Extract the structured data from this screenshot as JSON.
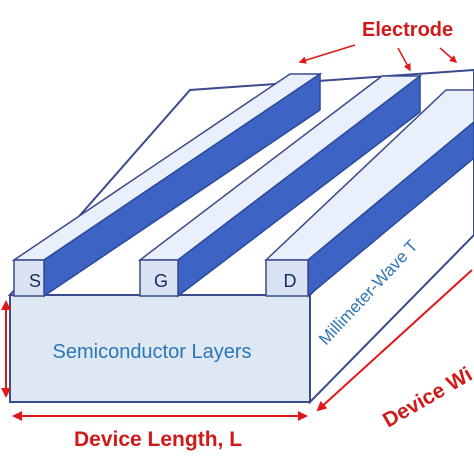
{
  "diagram": {
    "labels": {
      "electrodes": "Electrode",
      "line": "Millimeter-Wave T",
      "semiconductor": "Semiconductor Layers",
      "device_width": "Device Wi",
      "device_length": "Device Length, L"
    },
    "electrodes": [
      {
        "letter": "S"
      },
      {
        "letter": "G"
      },
      {
        "letter": "D"
      }
    ],
    "colors": {
      "substrate_front": "#dde8f2",
      "substrate_top": "#ffffff",
      "outline": "#3a4a8c",
      "electrode_blue": "#3d63c4",
      "electrode_light": "#eaf0fb",
      "electrode_face": "#dae3f3",
      "annotation_red": "#e01818",
      "blue_text": "#2e75b6"
    }
  }
}
